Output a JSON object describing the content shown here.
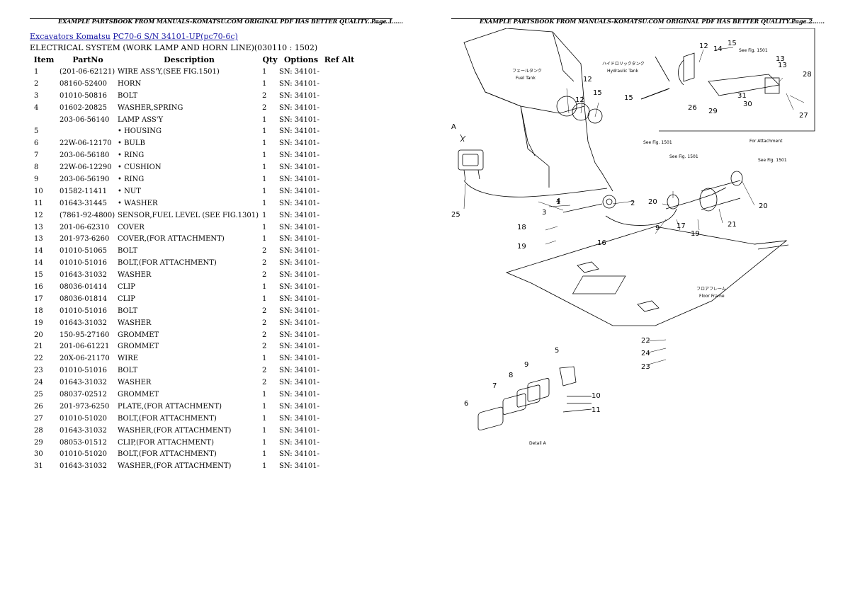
{
  "header": {
    "text": "EXAMPLE PARTSBOOK FROM MANUALS-KOMATSU.COM ORIGINAL PDF HAS BETTER QUALITY..................",
    "page1": "Page 1",
    "page2": "Page 2"
  },
  "breadcrumb": {
    "link1": "Excavators Komatsu",
    "link2": "PC70-6 S/N 34101-UP(pc70-6c)"
  },
  "subtitle": "ELECTRICAL SYSTEM (WORK LAMP AND HORN LINE)(030110 : 1502)",
  "columns": {
    "item": "Item",
    "part": "PartNo",
    "desc": "Description",
    "qty": "Qty",
    "opt": "Options",
    "ref": "Ref Alt"
  },
  "rows": [
    {
      "item": "1",
      "part": "(201-06-62121)",
      "desc": "WIRE ASS'Y,(SEE FIG.1501)",
      "qty": "1",
      "opt": "SN: 34101-"
    },
    {
      "item": "2",
      "part": "08160-52400",
      "desc": "HORN",
      "qty": "1",
      "opt": "SN: 34101-"
    },
    {
      "item": "3",
      "part": "01010-50816",
      "desc": "BOLT",
      "qty": "2",
      "opt": "SN: 34101-"
    },
    {
      "item": "4",
      "part": "01602-20825",
      "desc": "WASHER,SPRING",
      "qty": "2",
      "opt": "SN: 34101-"
    },
    {
      "item": "",
      "part": "203-06-56140",
      "desc": "LAMP ASS'Y",
      "qty": "1",
      "opt": "SN: 34101-"
    },
    {
      "item": "5",
      "part": "",
      "desc": "• HOUSING",
      "qty": "1",
      "opt": "SN: 34101-"
    },
    {
      "item": "6",
      "part": "22W-06-12170",
      "desc": "• BULB",
      "qty": "1",
      "opt": "SN: 34101-"
    },
    {
      "item": "7",
      "part": "203-06-56180",
      "desc": "• RING",
      "qty": "1",
      "opt": "SN: 34101-"
    },
    {
      "item": "8",
      "part": "22W-06-12290",
      "desc": "• CUSHION",
      "qty": "1",
      "opt": "SN: 34101-"
    },
    {
      "item": "9",
      "part": "203-06-56190",
      "desc": "• RING",
      "qty": "1",
      "opt": "SN: 34101-"
    },
    {
      "item": "10",
      "part": "01582-11411",
      "desc": "• NUT",
      "qty": "1",
      "opt": "SN: 34101-"
    },
    {
      "item": "11",
      "part": "01643-31445",
      "desc": "• WASHER",
      "qty": "1",
      "opt": "SN: 34101-"
    },
    {
      "item": "12",
      "part": "(7861-92-4800)",
      "desc": "SENSOR,FUEL LEVEL (SEE FIG.1301)",
      "qty": "1",
      "opt": "SN: 34101-"
    },
    {
      "item": "13",
      "part": "201-06-62310",
      "desc": "COVER",
      "qty": "1",
      "opt": "SN: 34101-"
    },
    {
      "item": "13",
      "part": "201-973-6260",
      "desc": "COVER,(FOR ATTACHMENT)",
      "qty": "1",
      "opt": "SN: 34101-"
    },
    {
      "item": "14",
      "part": "01010-51065",
      "desc": "BOLT",
      "qty": "2",
      "opt": "SN: 34101-"
    },
    {
      "item": "14",
      "part": "01010-51016",
      "desc": "BOLT,(FOR ATTACHMENT)",
      "qty": "2",
      "opt": "SN: 34101-"
    },
    {
      "item": "15",
      "part": "01643-31032",
      "desc": "WASHER",
      "qty": "2",
      "opt": "SN: 34101-"
    },
    {
      "item": "16",
      "part": "08036-01414",
      "desc": "CLIP",
      "qty": "1",
      "opt": "SN: 34101-"
    },
    {
      "item": "17",
      "part": "08036-01814",
      "desc": "CLIP",
      "qty": "1",
      "opt": "SN: 34101-"
    },
    {
      "item": "18",
      "part": "01010-51016",
      "desc": "BOLT",
      "qty": "2",
      "opt": "SN: 34101-"
    },
    {
      "item": "19",
      "part": "01643-31032",
      "desc": "WASHER",
      "qty": "2",
      "opt": "SN: 34101-"
    },
    {
      "item": "20",
      "part": "150-95-27160",
      "desc": "GROMMET",
      "qty": "2",
      "opt": "SN: 34101-"
    },
    {
      "item": "21",
      "part": "201-06-61221",
      "desc": "GROMMET",
      "qty": "2",
      "opt": "SN: 34101-"
    },
    {
      "item": "22",
      "part": "20X-06-21170",
      "desc": "WIRE",
      "qty": "1",
      "opt": "SN: 34101-"
    },
    {
      "item": "23",
      "part": "01010-51016",
      "desc": "BOLT",
      "qty": "2",
      "opt": "SN: 34101-"
    },
    {
      "item": "24",
      "part": "01643-31032",
      "desc": "WASHER",
      "qty": "2",
      "opt": "SN: 34101-"
    },
    {
      "item": "25",
      "part": "08037-02512",
      "desc": "GROMMET",
      "qty": "1",
      "opt": "SN: 34101-"
    },
    {
      "item": "26",
      "part": "201-973-6250",
      "desc": "PLATE,(FOR ATTACHMENT)",
      "qty": "1",
      "opt": "SN: 34101-"
    },
    {
      "item": "27",
      "part": "01010-51020",
      "desc": "BOLT,(FOR ATTACHMENT)",
      "qty": "1",
      "opt": "SN: 34101-"
    },
    {
      "item": "28",
      "part": "01643-31032",
      "desc": "WASHER,(FOR ATTACHMENT)",
      "qty": "1",
      "opt": "SN: 34101-"
    },
    {
      "item": "29",
      "part": "08053-01512",
      "desc": "CLIP,(FOR ATTACHMENT)",
      "qty": "1",
      "opt": "SN: 34101-"
    },
    {
      "item": "30",
      "part": "01010-51020",
      "desc": "BOLT,(FOR ATTACHMENT)",
      "qty": "1",
      "opt": "SN: 34101-"
    },
    {
      "item": "31",
      "part": "01643-31032",
      "desc": "WASHER,(FOR ATTACHMENT)",
      "qty": "1",
      "opt": "SN: 34101-"
    }
  ],
  "diagram": {
    "view_label": "A",
    "callouts": [
      "1",
      "2",
      "3",
      "4",
      "5",
      "6",
      "7",
      "8",
      "9",
      "10",
      "11",
      "12",
      "13",
      "14",
      "15",
      "16",
      "17",
      "18",
      "19",
      "20",
      "21",
      "22",
      "23",
      "24",
      "25",
      "26",
      "27",
      "28",
      "29",
      "30",
      "31"
    ],
    "label_tank": "Hydraulic Tank",
    "label_tank_jp": "ハイドロリックタンク",
    "label_fuel": "Fuel Tank",
    "label_fuel_jp": "フェールタンク",
    "label_see1": "See Fig. 1501",
    "label_see2": "See Fig. 1501",
    "label_see3": "See Fig. 1501",
    "label_see4": "See Fig. 1501",
    "label_attach": "For Attachment",
    "label_floor": "Floor Frame",
    "label_floor_jp": "フロアフレーム",
    "label_detail": "Detail A"
  }
}
